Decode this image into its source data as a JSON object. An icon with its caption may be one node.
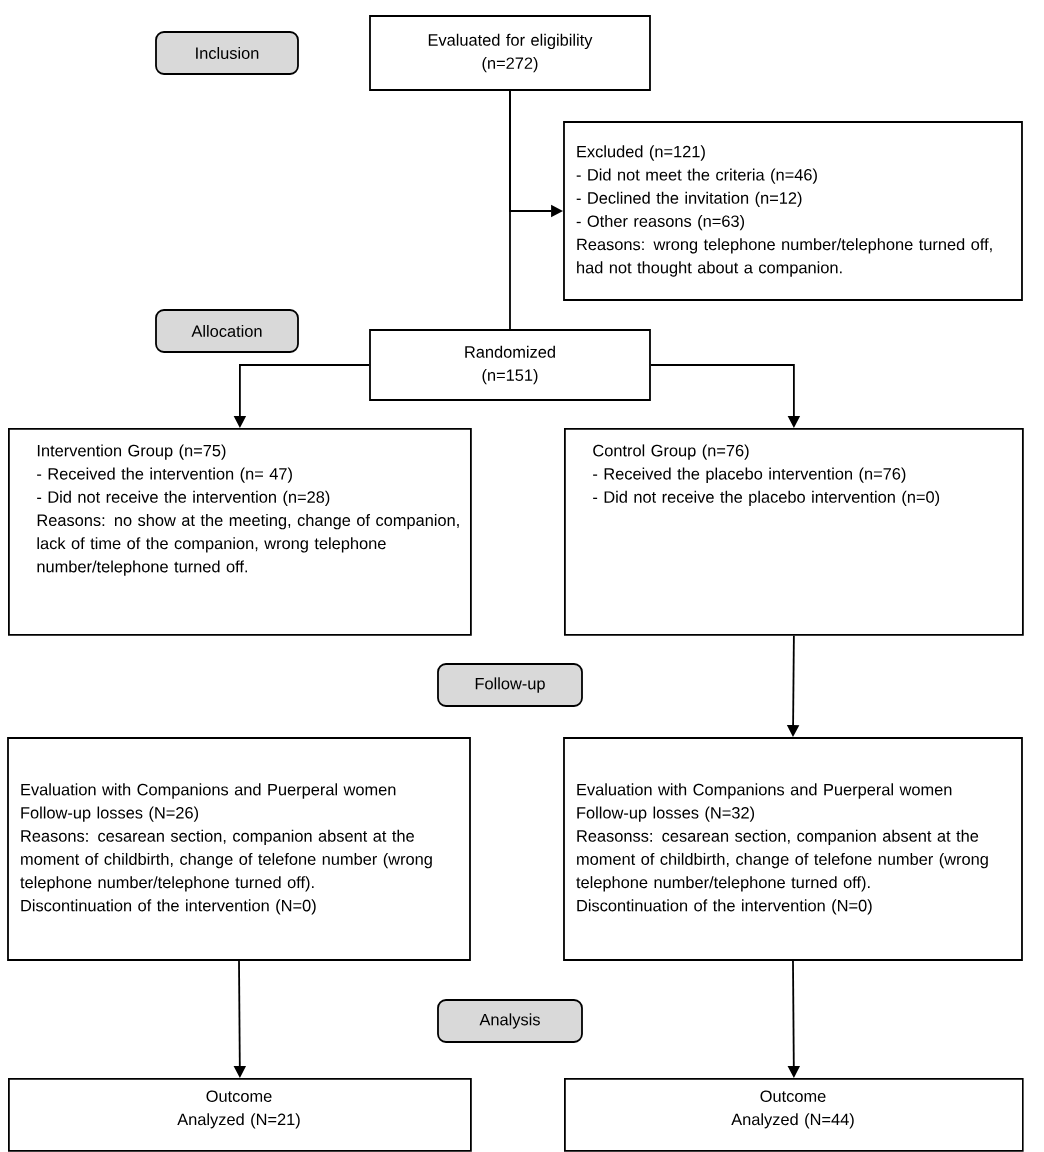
{
  "diagram": {
    "nodes": [
      {
        "text": [
          "Inclusion"
        ]
      },
      {
        "text": [
          "Evaluated for eligibility",
          "(n=272)"
        ]
      },
      {
        "text": [
          "Excluded (n=121)",
          "- Did not meet the criteria (n=46)",
          "- Declined the invitation (n=12)",
          "- Other reasons (n=63)",
          "Reasons: wrong telephone number/telephone turned off, had not thought about a companion."
        ]
      },
      {
        "text": [
          "Allocation"
        ]
      },
      {
        "text": [
          "Randomized",
          "(n=151)"
        ]
      },
      {
        "text": [
          "Intervention Group (n=75)",
          "- Received the intervention (n= 47)",
          "- Did not receive the intervention (n=28)",
          "Reasons: no show at the meeting, change of companion, lack of time of the companion, wrong telephone number/telephone turned off."
        ]
      },
      {
        "text": [
          "Control Group (n=76)",
          "- Received the placebo intervention (n=76)",
          "- Did not receive the placebo intervention (n=0)"
        ]
      },
      {
        "text": [
          "Follow-up"
        ]
      },
      {
        "text": [
          "Evaluation with Companions and Puerperal women",
          "Follow-up losses (N=26)",
          "Reasons: cesarean section, companion absent at the moment of childbirth, change of telefone number (wrong telephone number/telephone turned off).",
          "Discontinuation of the intervention (N=0)"
        ]
      },
      {
        "text": [
          "Evaluation with Companions and Puerperal women",
          "Follow-up losses (N=32)",
          "Reasonss: cesarean section, companion absent at the moment of childbirth, change of telefone number (wrong telephone number/telephone turned off).",
          "Discontinuation of the intervention (N=0)"
        ]
      },
      {
        "text": [
          "Analysis"
        ]
      },
      {
        "text": [
          "Outcome",
          "Analyzed (N=21)"
        ]
      },
      {
        "text": [
          "Outcome",
          "Analyzed (N=44)"
        ]
      }
    ],
    "edges": [
      {
        "from": 1,
        "to": 4,
        "arrow": "none"
      },
      {
        "from": 1,
        "to": 2,
        "arrow": "to"
      },
      {
        "from": 4,
        "to": 5,
        "arrow": "to"
      },
      {
        "from": 4,
        "to": 6,
        "arrow": "to"
      },
      {
        "from": 6,
        "to": 9,
        "arrow": "to"
      },
      {
        "from": 8,
        "to": 11,
        "arrow": "to"
      },
      {
        "from": 9,
        "to": 12,
        "arrow": "to"
      }
    ]
  }
}
